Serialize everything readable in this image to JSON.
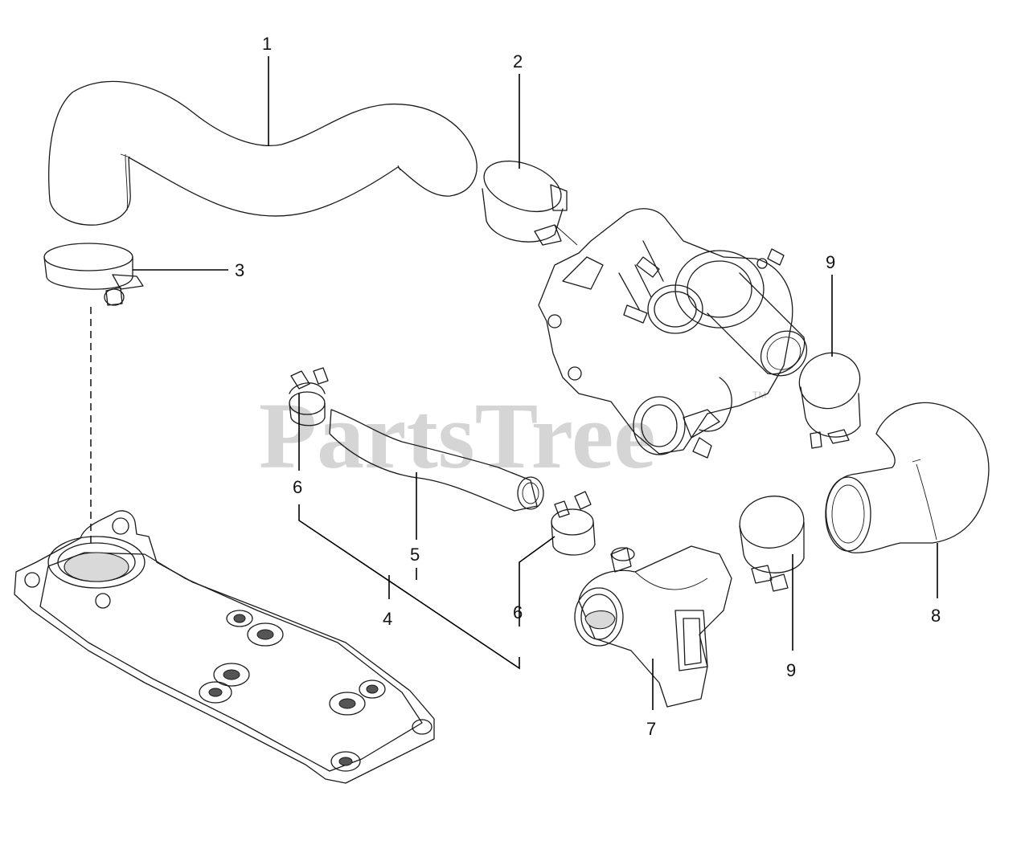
{
  "watermark": {
    "text": "PartsTree",
    "trademark": "TM"
  },
  "callouts": [
    {
      "id": "c1",
      "label": "1"
    },
    {
      "id": "c2",
      "label": "2"
    },
    {
      "id": "c3",
      "label": "3"
    },
    {
      "id": "c9a",
      "label": "9"
    },
    {
      "id": "c6a",
      "label": "6"
    },
    {
      "id": "c5",
      "label": "5"
    },
    {
      "id": "c4",
      "label": "4"
    },
    {
      "id": "c6b",
      "label": "6"
    },
    {
      "id": "c7",
      "label": "7"
    },
    {
      "id": "c9b",
      "label": "9"
    },
    {
      "id": "c8",
      "label": "8"
    }
  ]
}
